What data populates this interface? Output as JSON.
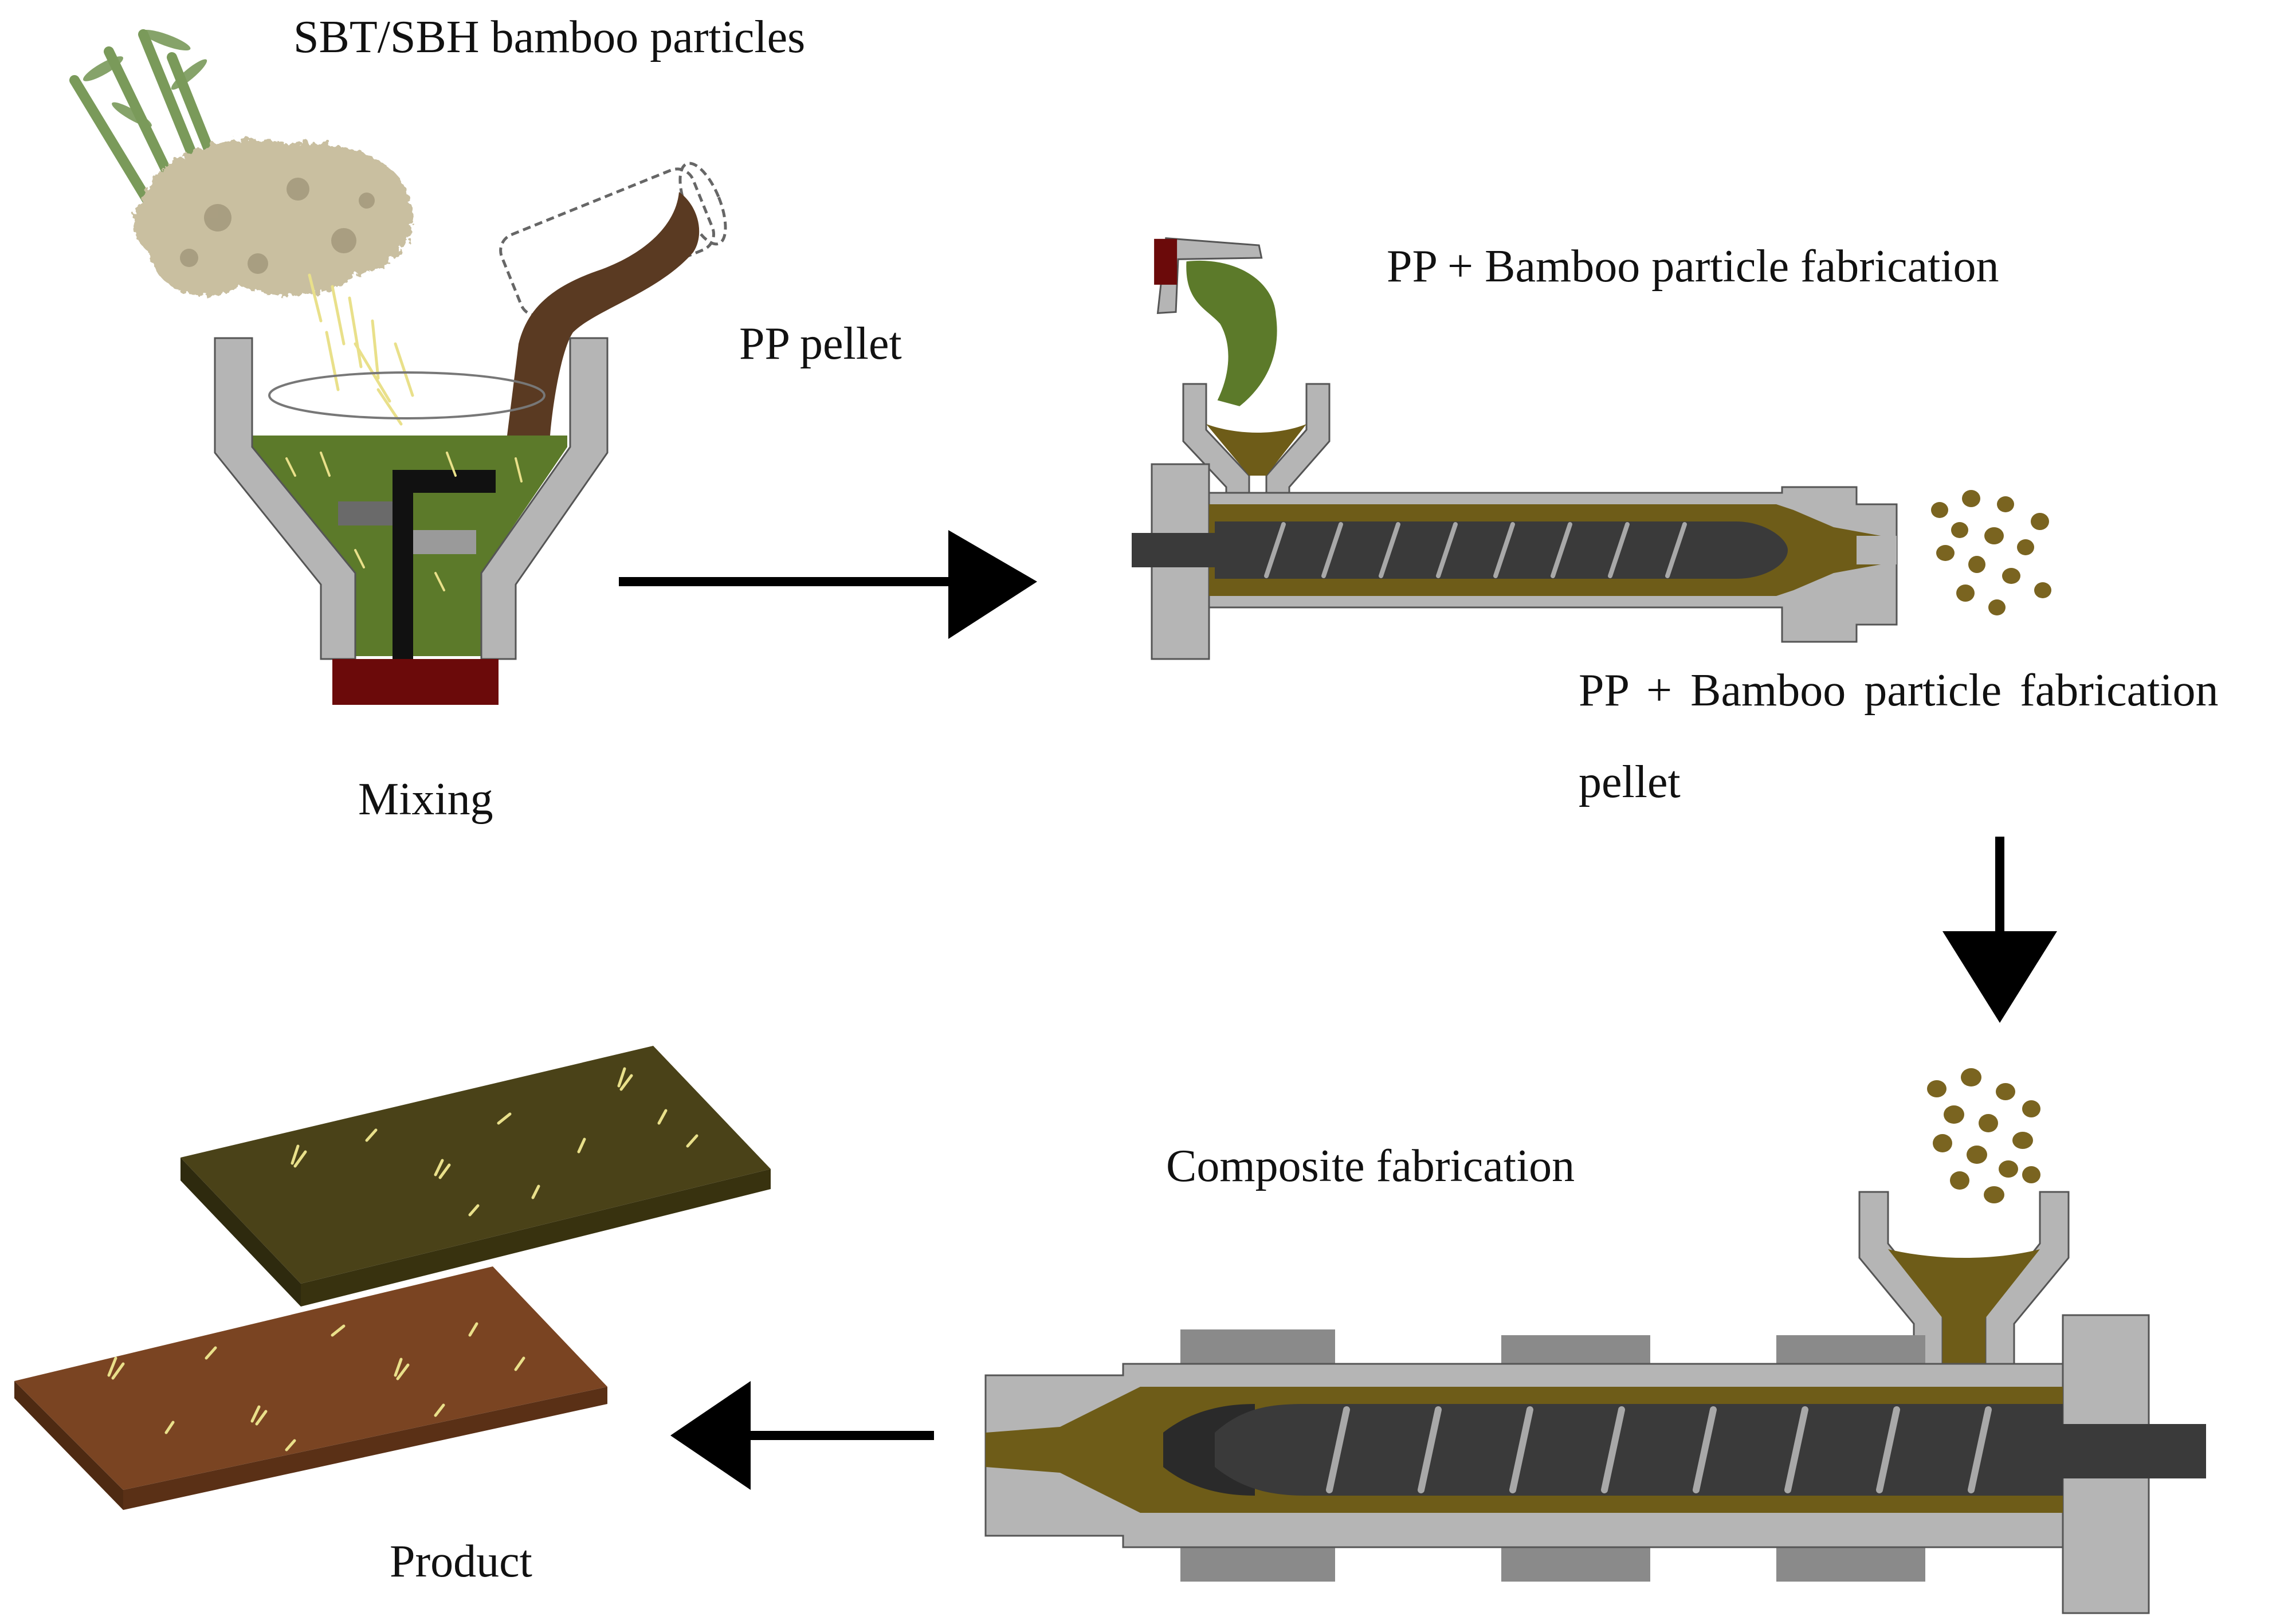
{
  "labels": {
    "bamboo_particles": "SBT/SBH bamboo particles",
    "pp_pellet": "PP pellet",
    "mixing": "Mixing",
    "extrusion": "PP + Bamboo particle fabrication",
    "pellet_line1": "PP + Bamboo particle fabrication",
    "pellet_line2": "pellet",
    "composite": "Composite fabrication",
    "product": "Product"
  },
  "colors": {
    "mixture_green": "#5c7a2a",
    "melt_olive": "#6e5c18",
    "barrel_gray": "#b5b5b5",
    "screw_dark": "#3a3a3a",
    "base_maroon": "#6b0a0a",
    "plate_dark": "#4a4218",
    "plate_brown": "#7a4422",
    "pp_brown": "#5a3a22",
    "pellet": "#7a6420",
    "powder": "#c9bfa0",
    "bamboo": "#7a9a5a",
    "fiber": "#e9e08a"
  },
  "icons": [
    "bamboo-icon",
    "bamboo-powder-icon",
    "beaker-icon",
    "mixer-icon",
    "extruder-icon",
    "pellets-icon",
    "injection-molder-icon",
    "product-plates-icon",
    "arrow-right-icon",
    "arrow-down-icon",
    "arrow-left-icon"
  ]
}
